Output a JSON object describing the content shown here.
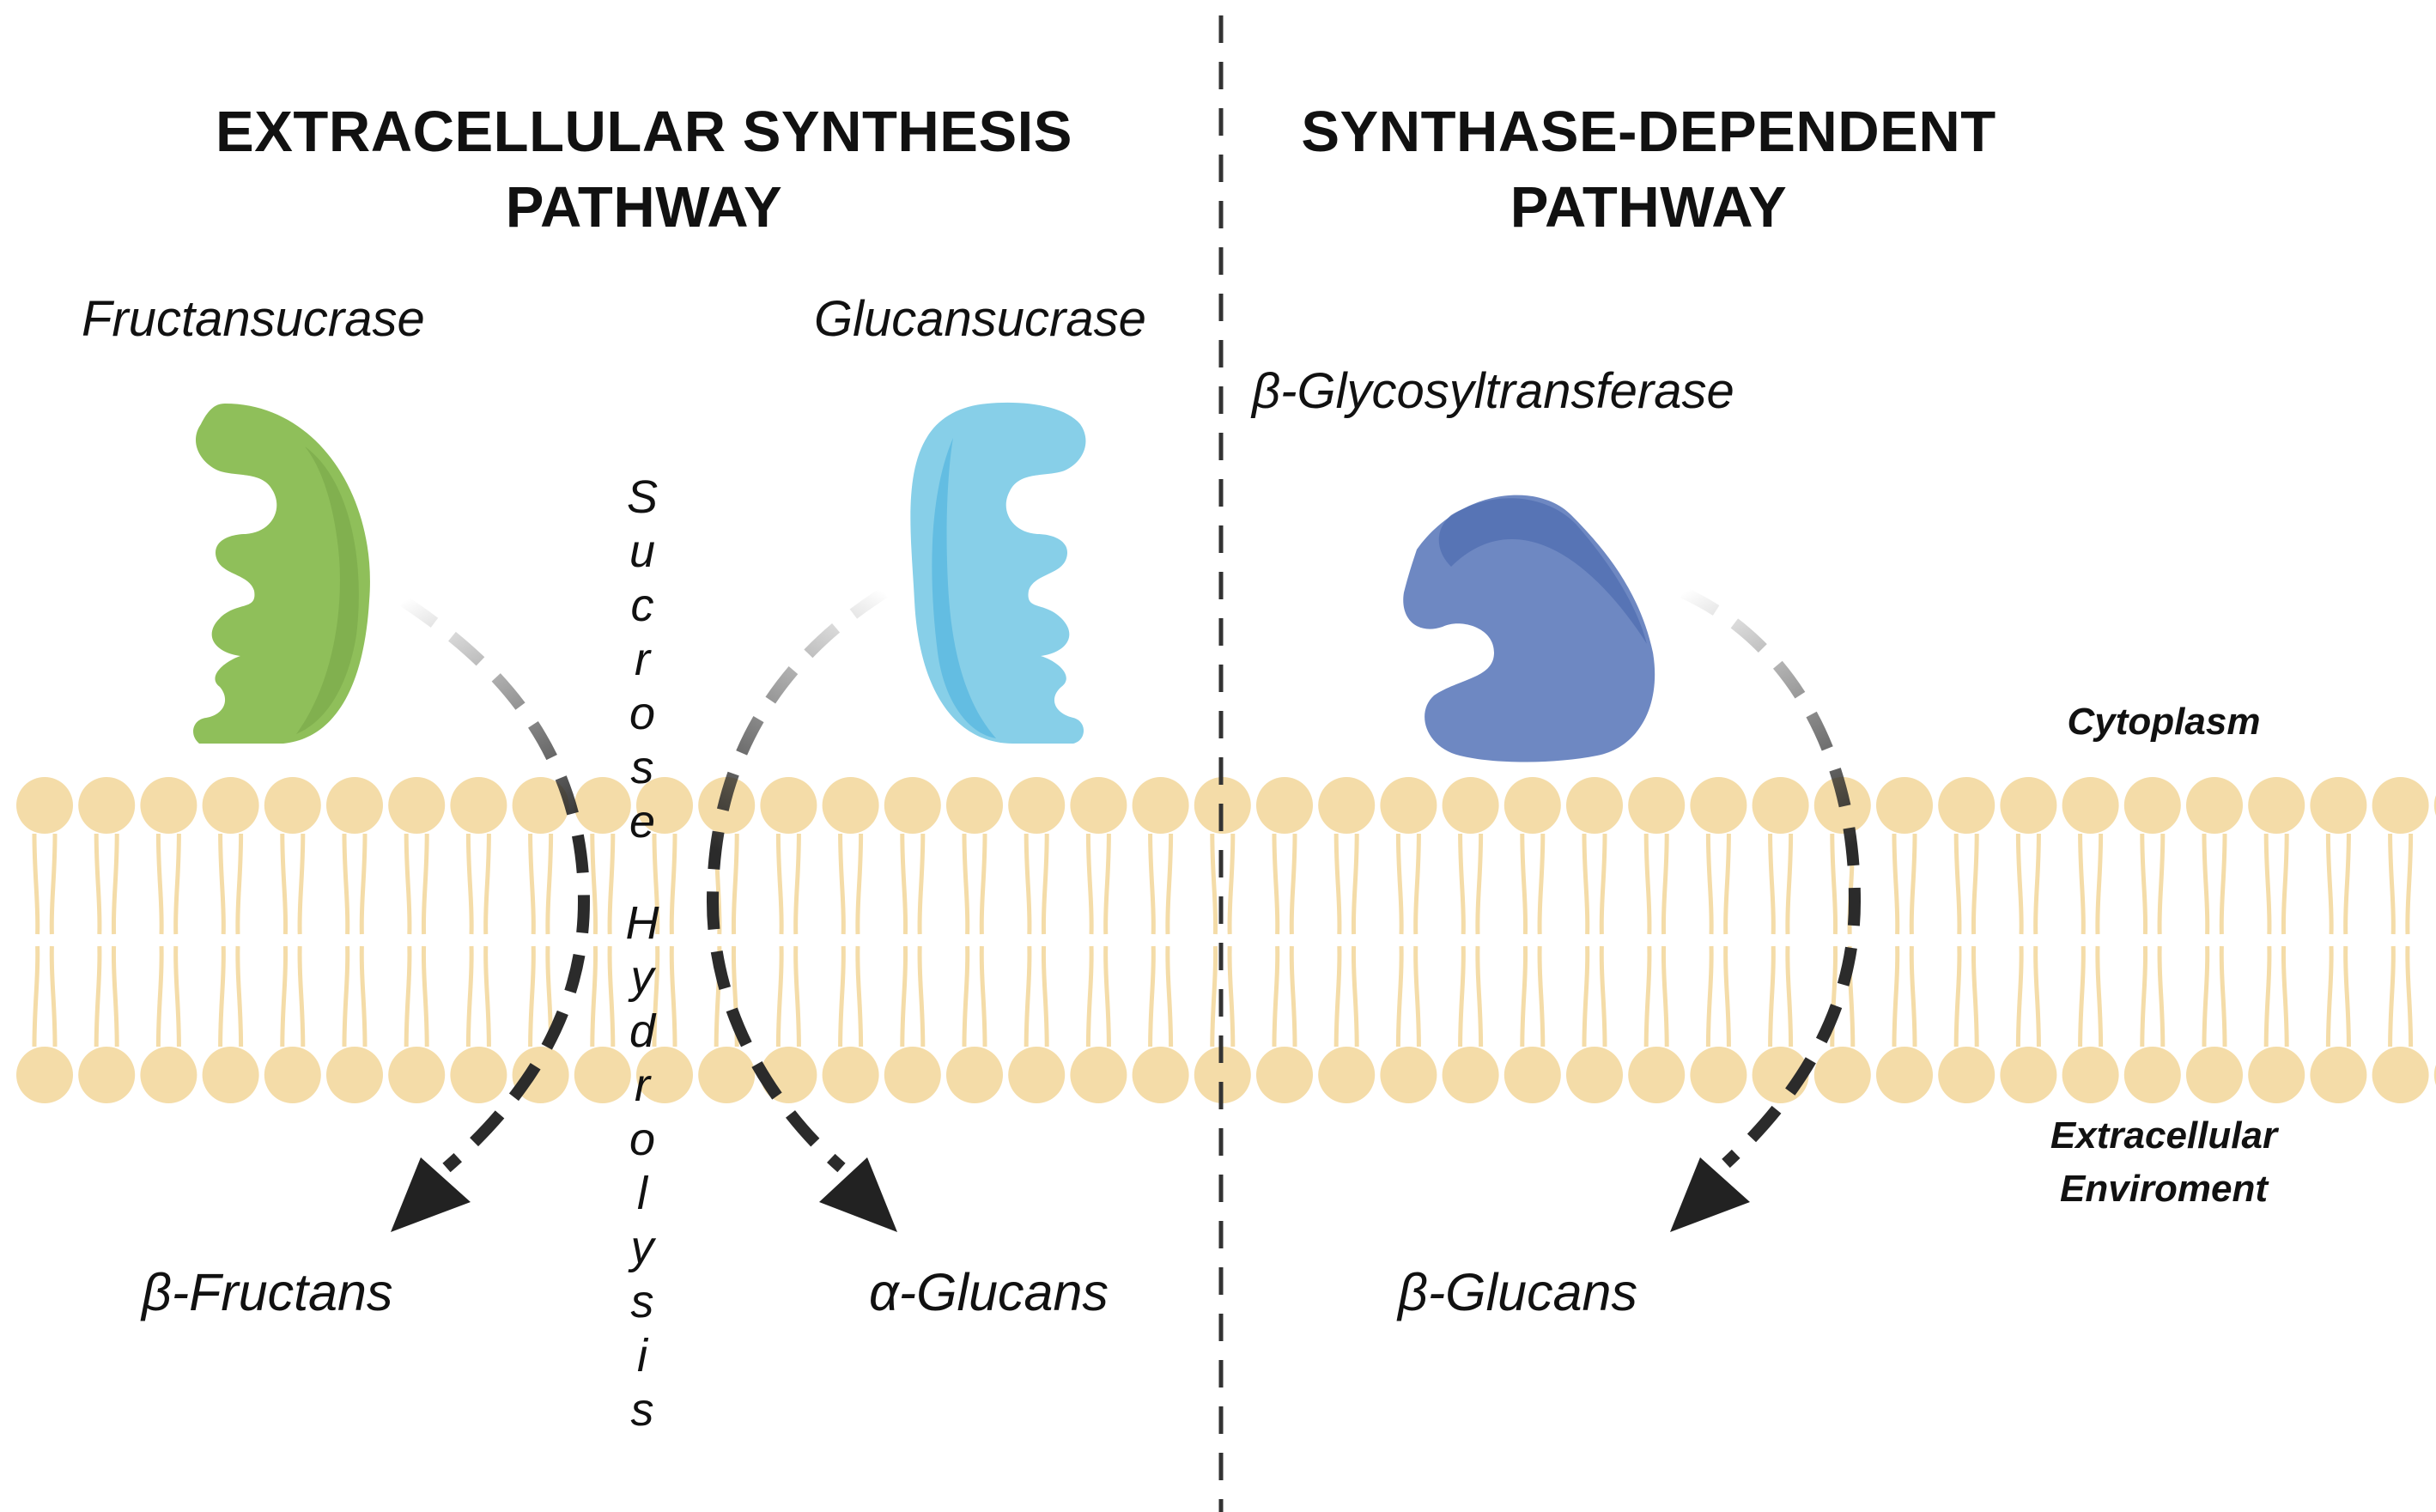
{
  "titles": {
    "left_line1": "EXTRACELLULAR SYNTHESIS",
    "left_line2": "PATHWAY",
    "right_line1": "SYNTHASE-DEPENDENT",
    "right_line2": "PATHWAY"
  },
  "enzymes": {
    "fructansucrase": "Fructansucrase",
    "glucansucrase": "Glucansucrase",
    "glycosyltransferase": "β-Glycosyltransferase"
  },
  "products": {
    "beta_fructans": "β-Fructans",
    "alpha_glucans": "α-Glucans",
    "beta_glucans": "β-Glucans"
  },
  "process_label": "Sucrose Hydrolysis",
  "locations": {
    "cytoplasm": "Cytoplasm",
    "extracellular_line1": "Extracellular",
    "extracellular_line2": "Enviroment"
  },
  "colors": {
    "fructansucrase": "#8fbf5a",
    "glucansucrase": "#7fcbea",
    "glycosyltransferase": "#6e88c2",
    "membrane": "#f4dca8",
    "arrow": "#2b2b2b"
  }
}
